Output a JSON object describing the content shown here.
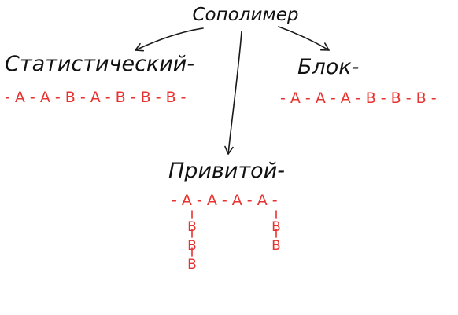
{
  "root": {
    "label": "Сополимер"
  },
  "types": {
    "statistical": {
      "label": "Статистический-",
      "chain": "- A - A - B - A - B - B - B -"
    },
    "block": {
      "label": "Блок-",
      "chain": "- A - A - A - B - B - B -"
    },
    "graft": {
      "label": "Привитой-",
      "chain": "- A - A - A - A -",
      "branches": [
        [
          "B",
          "B",
          "B"
        ],
        [
          "B",
          "B"
        ]
      ]
    }
  },
  "colors": {
    "ink": "#1a1a1a",
    "monomer": "#e8322f",
    "background": "#ffffff"
  }
}
